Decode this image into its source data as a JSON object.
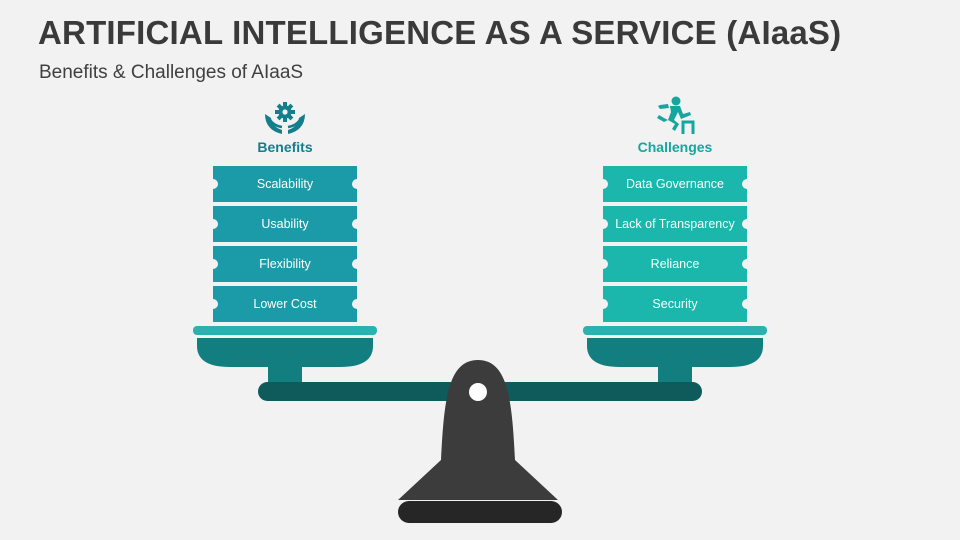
{
  "header": {
    "title": "ARTIFICIAL INTELLIGENCE AS A SERVICE (AIaaS)",
    "subtitle": "Benefits & Challenges of AIaaS"
  },
  "benefits": {
    "heading": "Benefits",
    "icon": "hands-holding-gear-icon",
    "items": [
      "Scalability",
      "Usability",
      "Flexibility",
      "Lower Cost"
    ]
  },
  "challenges": {
    "heading": "Challenges",
    "icon": "person-jumping-hurdle-icon",
    "items": [
      "Data Governance",
      "Lack of Transparency",
      "Reliance",
      "Security"
    ]
  },
  "colors": {
    "benefits_accent": "#1a9ba7",
    "challenges_accent": "#1bb7ad",
    "pan": "#137e80",
    "beam": "#0f5a5a",
    "stand": "#3c3c3c"
  }
}
